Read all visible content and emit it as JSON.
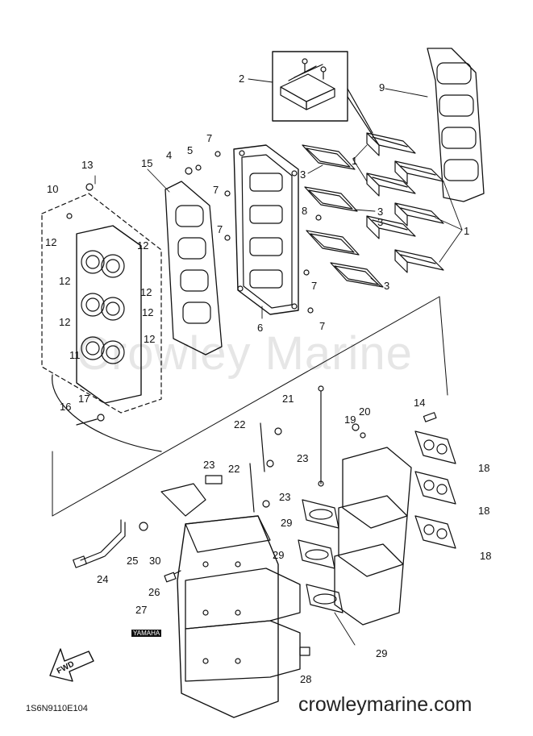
{
  "watermark": "Crowley Marine",
  "footer": {
    "code": "1S6N9110E104",
    "website": "crowleymarine.com"
  },
  "fwd_label": "FWD",
  "brand_plate": "YAMAHA",
  "part_labels": [
    "1",
    "1",
    "2",
    "3",
    "3",
    "3",
    "3",
    "4",
    "5",
    "6",
    "7",
    "7",
    "7",
    "7",
    "7",
    "8",
    "9",
    "10",
    "11",
    "12",
    "12",
    "12",
    "12",
    "12",
    "12",
    "12",
    "13",
    "14",
    "15",
    "16",
    "17",
    "18",
    "18",
    "18",
    "19",
    "20",
    "21",
    "22",
    "22",
    "23",
    "23",
    "23",
    "24",
    "25",
    "26",
    "27",
    "28",
    "29",
    "29",
    "29",
    "30"
  ]
}
